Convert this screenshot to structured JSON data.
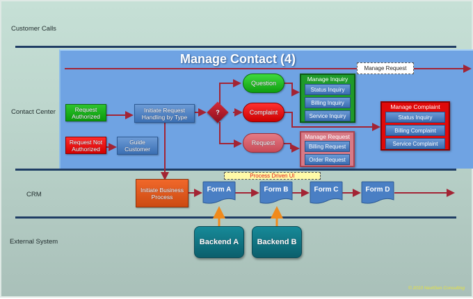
{
  "lanes": {
    "customer_calls": "Customer Calls",
    "contact_center": "Contact Center",
    "crm": "CRM",
    "external_system": "External System"
  },
  "contact_panel": {
    "title": "Manage Contact (4)",
    "manage_request_note": "Manage Request"
  },
  "nodes": {
    "request_authorized": "Request Authorized",
    "request_not_authorized": "Request Not Authorized",
    "initiate_request": "Initiate Request Handling by Type",
    "guide_customer": "Guide Customer",
    "decision": "?",
    "question": "Question",
    "complaint": "Complaint",
    "request": "Request",
    "initiate_business": "Initiate Business Process"
  },
  "groups": {
    "manage_inquiry": {
      "title": "Manage  Inquiry",
      "items": [
        "Status Inquiry",
        "Billing Inquiry",
        "Service Inquiry"
      ]
    },
    "manage_request": {
      "title": "Manage  Request",
      "items": [
        "Billing Request",
        "Order Request"
      ]
    },
    "manage_complaint": {
      "title": "Manage  Complaint",
      "items": [
        "Status Inquiry",
        "Billing Complaint",
        "Service Complaint"
      ]
    }
  },
  "crm": {
    "process_driven_note": "Process Driven UI",
    "forms": [
      "Form A",
      "Form B",
      "Form C",
      "Form D"
    ]
  },
  "backends": [
    "Backend A",
    "Backend B"
  ],
  "footer": {
    "copyright": "© 2010 NextGen Consulting"
  },
  "colors": {
    "arrow": "#a32434",
    "backend_arrow": "#f08a1c",
    "lane_line": "#1f3d64"
  }
}
